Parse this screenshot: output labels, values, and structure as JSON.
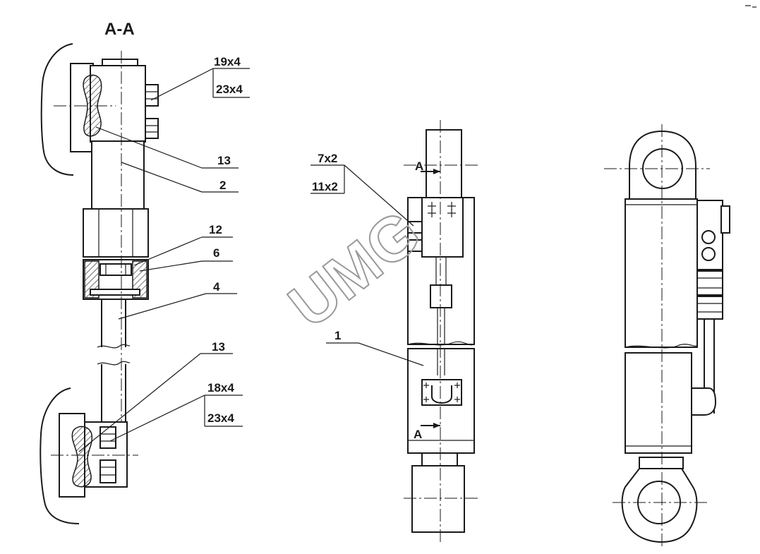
{
  "section_title": "A-A",
  "watermark": "UMG",
  "callouts": {
    "c19x4": "19x4",
    "c23x4_top": "23x4",
    "c13_top": "13",
    "c2": "2",
    "c12": "12",
    "c6": "6",
    "c4": "4",
    "c13_bottom": "13",
    "c18x4": "18x4",
    "c23x4_bottom": "23x4",
    "c7x2": "7x2",
    "c11x2": "11x2",
    "c1": "1"
  },
  "section_arrows": {
    "top": "A",
    "bottom": "A"
  }
}
